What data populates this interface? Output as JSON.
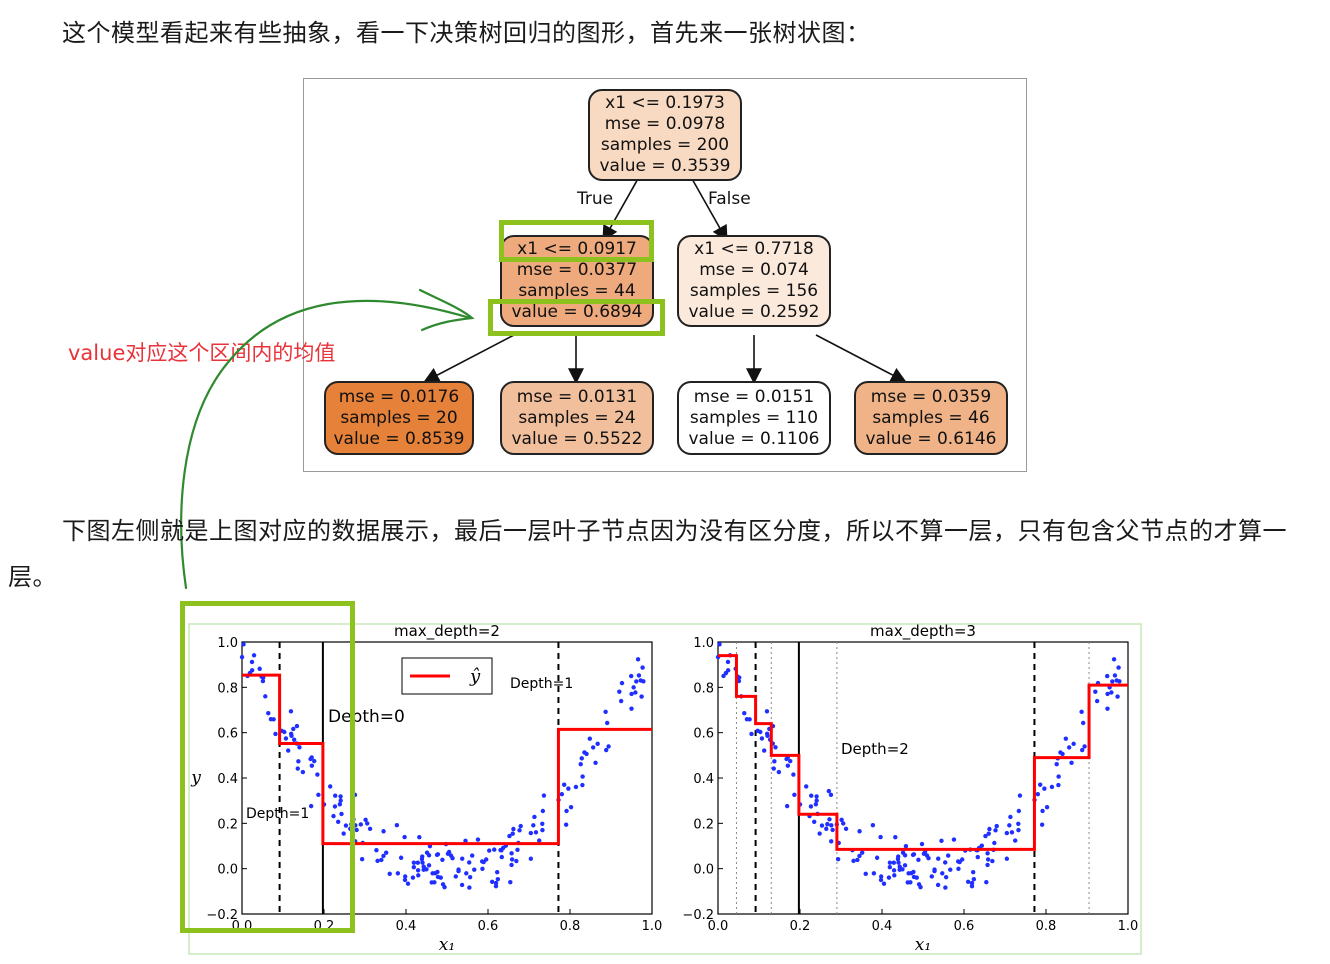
{
  "paragraphs": {
    "p1": "这个模型看起来有些抽象，看一下决策树回归的图形，首先来一张树状图：",
    "p2": "下图左侧就是上图对应的数据展示，最后一层叶子节点因为没有区分度，所以不算一层，只有包含父节点的才算一层。"
  },
  "annotation": "value对应这个区间内的均值",
  "tree": {
    "root": {
      "line1": "x1 <= 0.1973",
      "line2": "mse = 0.0978",
      "line3": "samples = 200",
      "line4": "value = 0.3539",
      "color": "#f8d9c1"
    },
    "edge_true": "True",
    "edge_false": "False",
    "left": {
      "line1": "x1 <= 0.0917",
      "line2": "mse = 0.0377",
      "line3": "samples = 44",
      "line4": "value = 0.6894",
      "color": "#eea97c"
    },
    "right": {
      "line1": "x1 <= 0.7718",
      "line2": "mse = 0.074",
      "line3": "samples = 156",
      "line4": "value = 0.2592",
      "color": "#fbe9dc"
    },
    "leaves": [
      {
        "line1": "mse = 0.0176",
        "line2": "samples = 20",
        "line3": "value = 0.8539",
        "color": "#e58139"
      },
      {
        "line1": "mse = 0.0131",
        "line2": "samples = 24",
        "line3": "value = 0.5522",
        "color": "#f2bf9c"
      },
      {
        "line1": "mse = 0.0151",
        "line2": "samples = 110",
        "line3": "value = 0.1106",
        "color": "#ffffff"
      },
      {
        "line1": "mse = 0.0359",
        "line2": "samples = 46",
        "line3": "value = 0.6146",
        "color": "#efb387"
      }
    ]
  },
  "chart_data": [
    {
      "type": "scatter",
      "title": "max_depth=2",
      "xlabel": "x₁",
      "ylabel": "y",
      "xlim": [
        0.0,
        1.0
      ],
      "ylim": [
        -0.2,
        1.0
      ],
      "xticks": [
        "0.0",
        "0.2",
        "0.4",
        "0.6",
        "0.8",
        "1.0"
      ],
      "yticks": [
        "−0.2",
        "0.0",
        "0.2",
        "0.4",
        "0.6",
        "0.8",
        "1.0"
      ],
      "legend": "ŷ",
      "annotations": [
        "Depth=0",
        "Depth=1",
        "Depth=1"
      ],
      "split_lines": [
        {
          "x": 0.1973,
          "style": "solid"
        },
        {
          "x": 0.0917,
          "style": "dashed"
        },
        {
          "x": 0.7718,
          "style": "dashed"
        }
      ],
      "prediction_steps": [
        {
          "x0": 0.0,
          "x1": 0.0917,
          "y": 0.8539
        },
        {
          "x0": 0.0917,
          "x1": 0.1973,
          "y": 0.5522
        },
        {
          "x0": 0.1973,
          "x1": 0.7718,
          "y": 0.1106
        },
        {
          "x0": 0.7718,
          "x1": 1.0,
          "y": 0.6146
        }
      ]
    },
    {
      "type": "scatter",
      "title": "max_depth=3",
      "xlabel": "x₁",
      "xlim": [
        0.0,
        1.0
      ],
      "ylim": [
        -0.2,
        1.0
      ],
      "xticks": [
        "0.0",
        "0.2",
        "0.4",
        "0.6",
        "0.8",
        "1.0"
      ],
      "yticks": [
        "−0.2",
        "0.0",
        "0.2",
        "0.4",
        "0.6",
        "0.8",
        "1.0"
      ],
      "annotations": [
        "Depth=2"
      ],
      "split_lines": [
        {
          "x": 0.1973,
          "style": "solid"
        },
        {
          "x": 0.0917,
          "style": "dashed"
        },
        {
          "x": 0.7718,
          "style": "dashed"
        },
        {
          "x": 0.045,
          "style": "dotted"
        },
        {
          "x": 0.13,
          "style": "dotted"
        },
        {
          "x": 0.29,
          "style": "dotted"
        },
        {
          "x": 0.905,
          "style": "dotted"
        }
      ],
      "prediction_steps": [
        {
          "x0": 0.0,
          "x1": 0.045,
          "y": 0.94
        },
        {
          "x0": 0.045,
          "x1": 0.0917,
          "y": 0.76
        },
        {
          "x0": 0.0917,
          "x1": 0.13,
          "y": 0.64
        },
        {
          "x0": 0.13,
          "x1": 0.1973,
          "y": 0.5
        },
        {
          "x0": 0.1973,
          "x1": 0.29,
          "y": 0.24
        },
        {
          "x0": 0.29,
          "x1": 0.7718,
          "y": 0.085
        },
        {
          "x0": 0.7718,
          "x1": 0.905,
          "y": 0.49
        },
        {
          "x0": 0.905,
          "x1": 1.0,
          "y": 0.81
        }
      ]
    }
  ]
}
